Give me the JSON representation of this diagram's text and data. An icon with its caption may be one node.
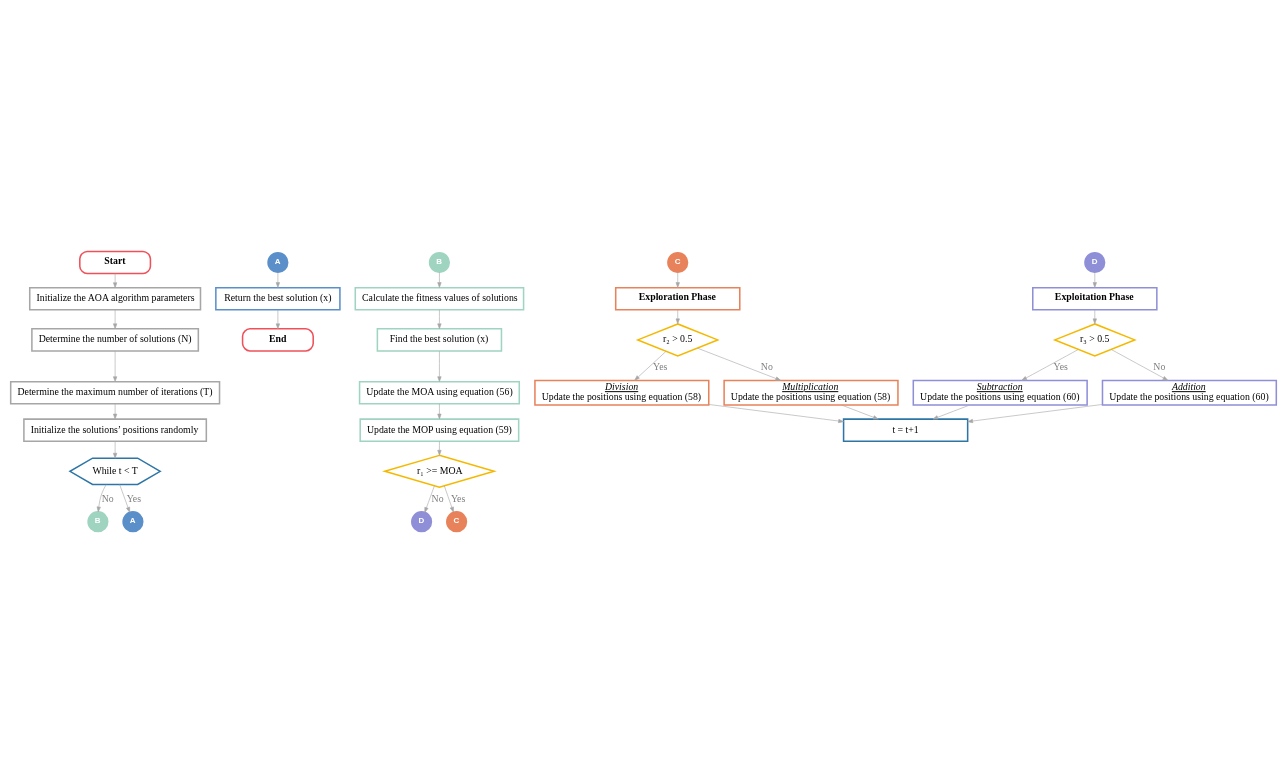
{
  "diagram": {
    "nodes": [
      {
        "text": [
          "Start"
        ]
      },
      {
        "text": [
          "Initialize the AOA algorithm parameters"
        ]
      },
      {
        "text": [
          "Determine the number of solutions (N)"
        ]
      },
      {
        "text": [
          "Determine the maximum number of iterations (T)"
        ]
      },
      {
        "text": [
          "Initialize the solutions’ positions randomly"
        ]
      },
      {
        "text": [
          "While t < T"
        ]
      },
      {
        "text": [
          "B"
        ]
      },
      {
        "text": [
          "A"
        ]
      },
      {
        "text": [
          "A"
        ]
      },
      {
        "text": [
          "Return the best solution (x)"
        ]
      },
      {
        "text": [
          "End"
        ]
      },
      {
        "text": [
          "B"
        ]
      },
      {
        "text": [
          "Calculate the fitness values of solutions"
        ]
      },
      {
        "text": [
          "Find the best solution (x)"
        ]
      },
      {
        "text": [
          "Update the MOA using equation (56)"
        ]
      },
      {
        "text": [
          "Update the MOP using equation (59)"
        ]
      },
      {
        "text": [
          "r₁ >= MOA"
        ]
      },
      {
        "text": [
          "D"
        ]
      },
      {
        "text": [
          "C"
        ]
      },
      {
        "text": [
          "C"
        ]
      },
      {
        "text": [
          "Exploration Phase"
        ]
      },
      {
        "text": [
          "r₂ > 0.5"
        ]
      },
      {
        "text": [
          "Division",
          "Update the positions using equation (58)"
        ]
      },
      {
        "text": [
          "Multiplication",
          "Update the positions using equation (58)"
        ]
      },
      {
        "text": [
          "D"
        ]
      },
      {
        "text": [
          "Exploitation Phase"
        ]
      },
      {
        "text": [
          "r₃ > 0.5"
        ]
      },
      {
        "text": [
          "Subtraction",
          "Update the positions using equation (60)"
        ]
      },
      {
        "text": [
          "Addition",
          "Update the positions using equation (60)"
        ]
      },
      {
        "text": [
          "t = t+1"
        ]
      }
    ],
    "edges": [
      {
        "from": 0,
        "to": 1,
        "arrow": "to"
      },
      {
        "from": 1,
        "to": 2,
        "arrow": "to"
      },
      {
        "from": 2,
        "to": 3,
        "arrow": "to"
      },
      {
        "from": 3,
        "to": 4,
        "arrow": "to"
      },
      {
        "from": 4,
        "to": 5,
        "arrow": "to"
      },
      {
        "from": 5,
        "to": 6,
        "arrow": "to",
        "label": "No"
      },
      {
        "from": 5,
        "to": 7,
        "arrow": "to",
        "label": "Yes"
      },
      {
        "from": 8,
        "to": 9,
        "arrow": "to"
      },
      {
        "from": 9,
        "to": 10,
        "arrow": "to"
      },
      {
        "from": 11,
        "to": 12,
        "arrow": "to"
      },
      {
        "from": 12,
        "to": 13,
        "arrow": "to"
      },
      {
        "from": 13,
        "to": 14,
        "arrow": "to"
      },
      {
        "from": 14,
        "to": 15,
        "arrow": "to"
      },
      {
        "from": 15,
        "to": 16,
        "arrow": "to"
      },
      {
        "from": 16,
        "to": 17,
        "arrow": "to",
        "label": "No"
      },
      {
        "from": 16,
        "to": 18,
        "arrow": "to",
        "label": "Yes"
      },
      {
        "from": 19,
        "to": 20,
        "arrow": "to"
      },
      {
        "from": 20,
        "to": 21,
        "arrow": "to"
      },
      {
        "from": 21,
        "to": 22,
        "arrow": "to",
        "label": "Yes"
      },
      {
        "from": 21,
        "to": 23,
        "arrow": "to",
        "label": "No"
      },
      {
        "from": 22,
        "to": 29,
        "arrow": "to"
      },
      {
        "from": 23,
        "to": 29,
        "arrow": "to"
      },
      {
        "from": 24,
        "to": 25,
        "arrow": "to"
      },
      {
        "from": 25,
        "to": 26,
        "arrow": "to"
      },
      {
        "from": 26,
        "to": 27,
        "arrow": "to",
        "label": "Yes"
      },
      {
        "from": 26,
        "to": 28,
        "arrow": "to",
        "label": "No"
      },
      {
        "from": 27,
        "to": 29,
        "arrow": "to"
      },
      {
        "from": 28,
        "to": 29,
        "arrow": "to"
      }
    ]
  }
}
